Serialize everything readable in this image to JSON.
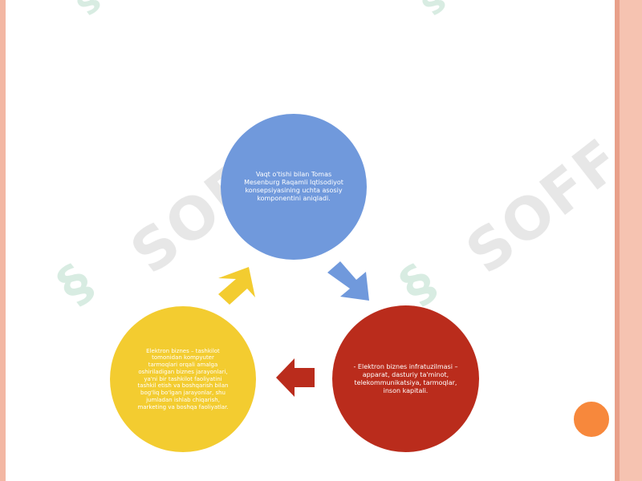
{
  "diagram": {
    "top_circle_text": "Vaqt o'tishi bilan Tomas Mesenburg Raqamli Iqtisodiyot konsepsiyasining uchta asosiy komponentini aniqladi.",
    "right_circle_text": "- Elektron biznes infratuzilmasi – apparat, dasturiy ta'minot, telekommunikatsiya, tarmoqlar, inson kapitali.",
    "left_circle_text": "Elektron biznes – tashkilot tomonidan kompyuter tarmoqlari orqali amalga oshiriladigan biznes jarayonlari, ya'ni bir tashkilot faoliyatini tashkil etish va boshqarish bilan bog'liq bo'lgan jarayonlar, shu jumladan ishlab chiqarish, marketing va boshqa faoliyatlar.",
    "colors": {
      "top": "#7099dc",
      "right": "#ba2c1c",
      "left": "#f3cc30",
      "accent_dot": "#f7883c"
    }
  },
  "watermark": {
    "text": "SOFF"
  }
}
